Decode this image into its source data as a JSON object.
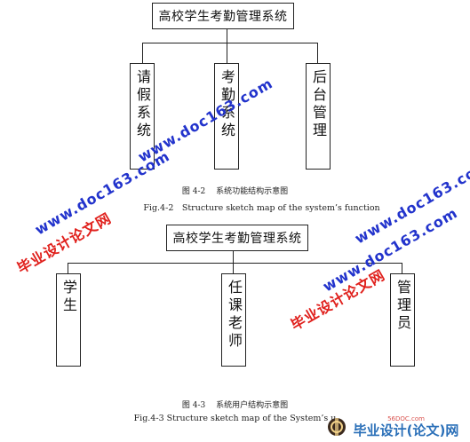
{
  "diagram1": {
    "root": "高校学生考勤管理系统",
    "children": [
      "请假系统",
      "考勤系统",
      "后台管理"
    ],
    "caption_cn": "图 4-2　 系统功能结构示意图",
    "caption_en": "Fig.4-2　Structure sketch map of the system’s function"
  },
  "diagram2": {
    "root": "高校学生考勤管理系统",
    "children": [
      "学生",
      "任课老师",
      "管理员"
    ],
    "caption_cn": "图 4-3　 系统用户结构示意图",
    "caption_en": "Fig.4-3 Structure sketch map of the System’s u"
  },
  "watermarks": {
    "site_cn": "毕业设计论文网",
    "site_url": "www.doc163.com"
  },
  "logo": {
    "small": "56DOC.com",
    "main": "毕业设计(论文)网"
  },
  "colors": {
    "watermark_red": "#e0201c",
    "watermark_blue": "#2233cc",
    "line": "#222222"
  }
}
